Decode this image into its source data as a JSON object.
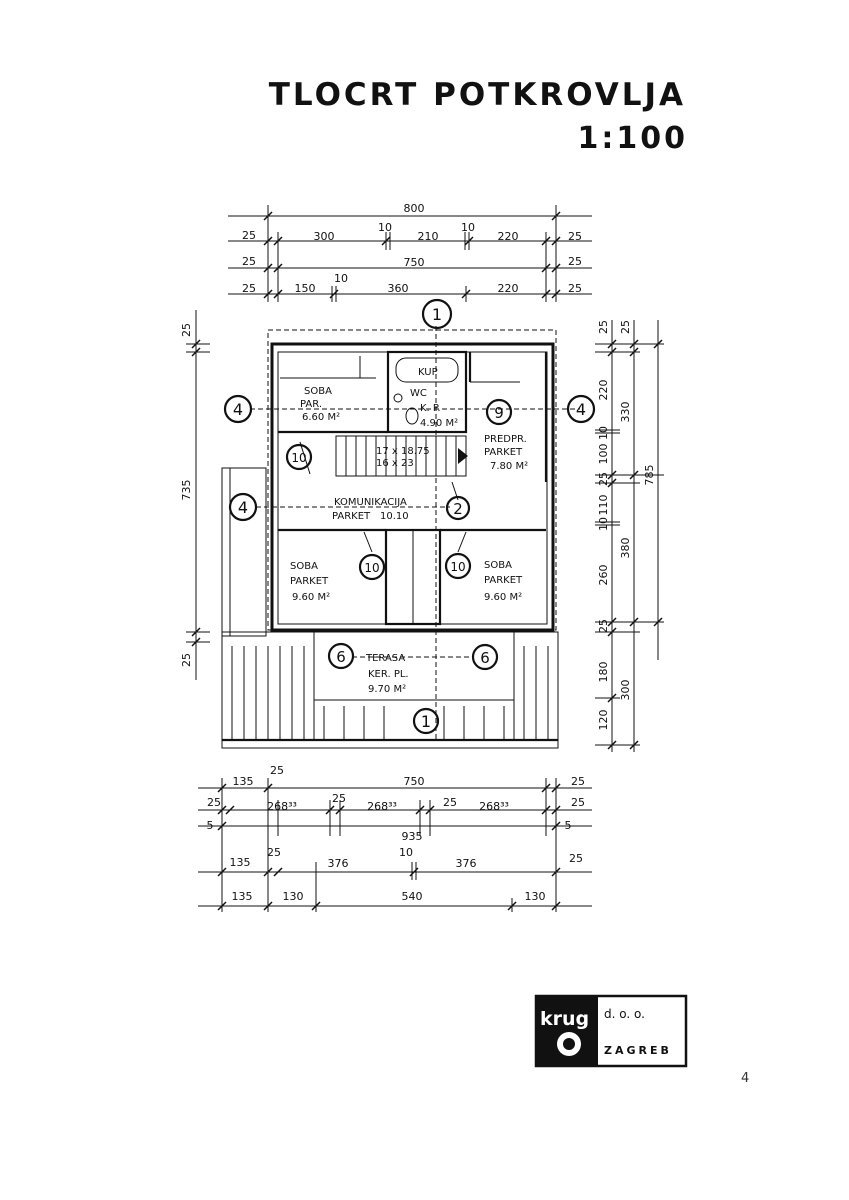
{
  "title": "TLOCRT POTKROVLJA",
  "scale": "1:100",
  "page_number": "4",
  "logo": {
    "brand": "krug",
    "suffix": "d. o. o.",
    "city": "ZAGREB"
  },
  "top_dimensions": {
    "row1": [
      "800"
    ],
    "row2": [
      "25",
      "300",
      "10",
      "210",
      "10",
      "220",
      "25"
    ],
    "row3": [
      "25",
      "750",
      "25"
    ],
    "row4": [
      "25",
      "150",
      "10",
      "360",
      "220",
      "25"
    ]
  },
  "left_dimensions": [
    "25",
    "735",
    "25"
  ],
  "right_dimensions": {
    "inner": [
      "25",
      "220",
      "10",
      "100",
      "25",
      "110",
      "10",
      "260",
      "25",
      "180",
      "120"
    ],
    "middle": [
      "25",
      "330",
      "380",
      "300"
    ],
    "outer": [
      "785"
    ]
  },
  "bottom_dimensions": {
    "row1": [
      "135",
      "25",
      "750",
      "25"
    ],
    "row2": [
      "25",
      "268³³",
      "25",
      "268³³",
      "25",
      "268³³",
      "25"
    ],
    "row3": [
      "5",
      "935",
      "5"
    ],
    "row4": [
      "135",
      "25",
      "376",
      "10",
      "376",
      "25"
    ],
    "row5": [
      "135",
      "130",
      "540",
      "130"
    ]
  },
  "rooms": [
    {
      "name": "SOBA",
      "floor": "PAR.",
      "area": "6.60 M²"
    },
    {
      "name": "WC",
      "floor": "K. P.",
      "area": "4.90 M²"
    },
    {
      "name": "KUP",
      "floor": "",
      "area": ""
    },
    {
      "name": "PREDPR.",
      "floor": "PARKET",
      "area": "7.80 M²"
    },
    {
      "name": "KOMUNIKACIJA",
      "floor": "PARKET",
      "area": "10.10"
    },
    {
      "name": "SOBA",
      "floor": "PARKET",
      "area": "9.60 M²"
    },
    {
      "name": "SOBA",
      "floor": "PARKET",
      "area": "9.60 M²"
    },
    {
      "name": "TERASA",
      "floor": "KER. PL.",
      "area": "9.70 M²"
    }
  ],
  "stair_label": [
    "17 x 18.75",
    "16 x 23"
  ],
  "section_markers": [
    "1",
    "1",
    "2",
    "4",
    "4",
    "4",
    "6",
    "6",
    "9",
    "10",
    "10",
    "10"
  ]
}
